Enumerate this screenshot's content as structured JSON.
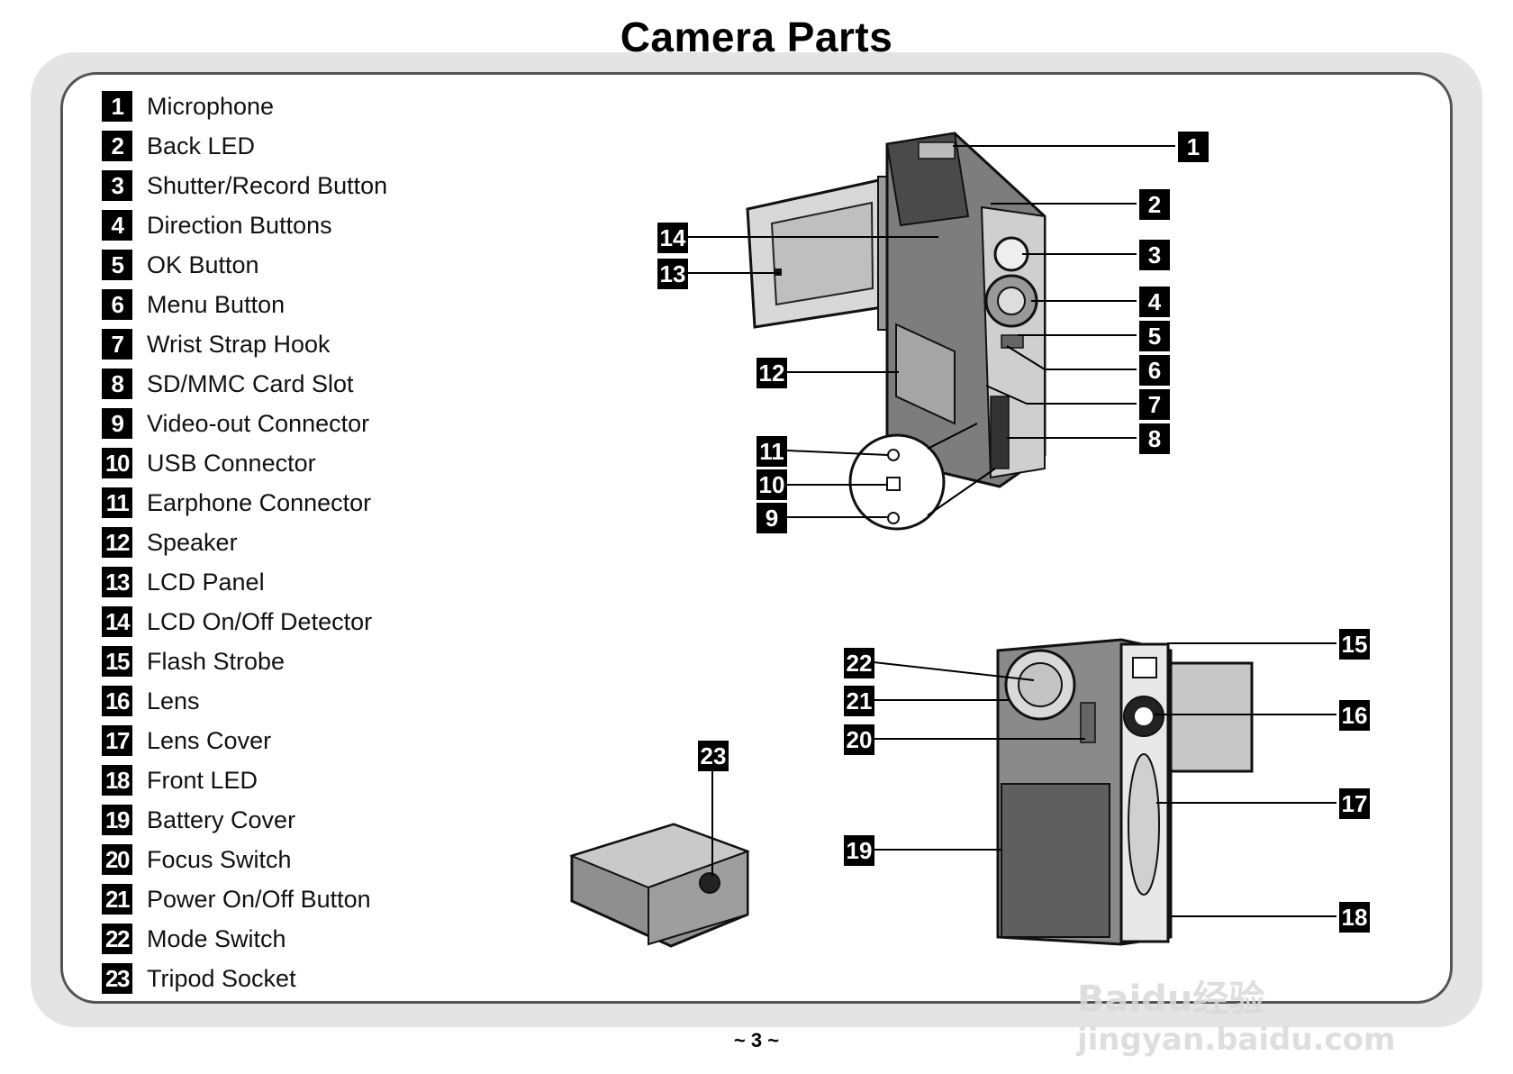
{
  "title": "Camera Parts",
  "page_number": "~ 3 ~",
  "watermark": {
    "brand": "Baidu经验",
    "url": "jingyan.baidu.com"
  },
  "parts": [
    {
      "num": "1",
      "name": "Microphone"
    },
    {
      "num": "2",
      "name": "Back LED"
    },
    {
      "num": "3",
      "name": "Shutter/Record Button"
    },
    {
      "num": "4",
      "name": "Direction Buttons"
    },
    {
      "num": "5",
      "name": "OK Button"
    },
    {
      "num": "6",
      "name": "Menu Button"
    },
    {
      "num": "7",
      "name": "Wrist Strap Hook"
    },
    {
      "num": "8",
      "name": "SD/MMC Card Slot"
    },
    {
      "num": "9",
      "name": "Video-out Connector"
    },
    {
      "num": "10",
      "name": "USB Connector"
    },
    {
      "num": "11",
      "name": "Earphone Connector"
    },
    {
      "num": "12",
      "name": "Speaker"
    },
    {
      "num": "13",
      "name": "LCD Panel"
    },
    {
      "num": "14",
      "name": "LCD On/Off Detector"
    },
    {
      "num": "15",
      "name": "Flash Strobe"
    },
    {
      "num": "16",
      "name": "Lens"
    },
    {
      "num": "17",
      "name": "Lens Cover"
    },
    {
      "num": "18",
      "name": "Front LED"
    },
    {
      "num": "19",
      "name": "Battery Cover"
    },
    {
      "num": "20",
      "name": "Focus Switch"
    },
    {
      "num": "21",
      "name": "Power On/Off Button"
    },
    {
      "num": "22",
      "name": "Mode Switch"
    },
    {
      "num": "23",
      "name": "Tripod Socket"
    }
  ],
  "callouts": [
    "1",
    "2",
    "3",
    "4",
    "5",
    "6",
    "7",
    "8",
    "9",
    "10",
    "11",
    "12",
    "13",
    "14",
    "15",
    "16",
    "17",
    "18",
    "19",
    "20",
    "21",
    "22",
    "23"
  ],
  "colors": {
    "frame": "#e4e4e4",
    "panel_border": "#555555",
    "label_bg": "#000000"
  }
}
